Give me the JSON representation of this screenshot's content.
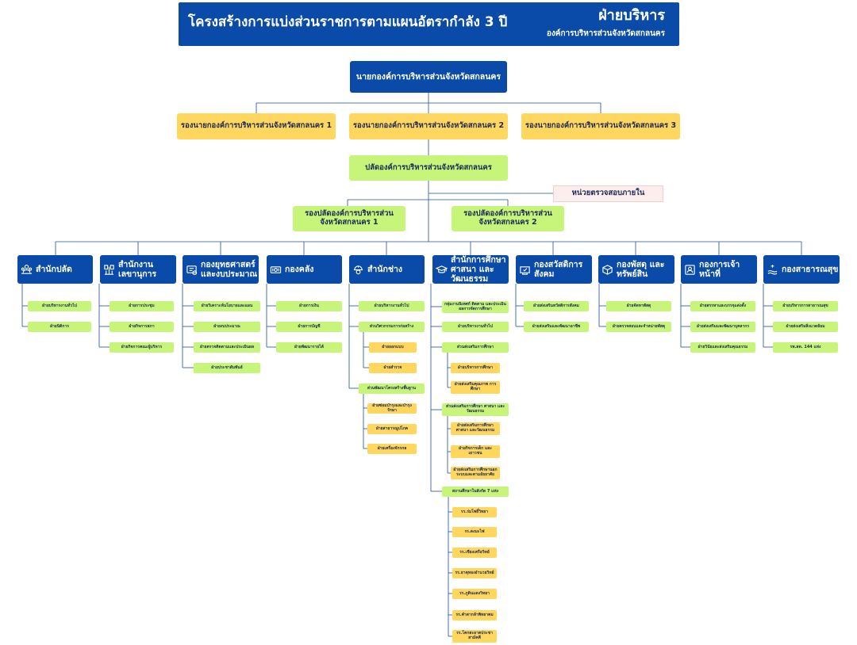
{
  "header": {
    "title": "โครงสร้างการแบ่งส่วนราชการตามแผนอัตรากำลัง 3 ปี",
    "branch": "ฝ่ายบริหาร",
    "org": "องค์การบริหารส่วนจังหวัดสกลนคร"
  },
  "top": {
    "president": "นายกองค์การบริหารส่วนจังหวัดสกลนคร",
    "vp1": "รองนายกองค์การบริหารส่วนจังหวัดสกลนคร 1",
    "vp2": "รองนายกองค์การบริหารส่วนจังหวัดสกลนคร 2",
    "vp3": "รองนายกองค์การบริหารส่วนจังหวัดสกลนคร 3",
    "clerk": "ปลัดองค์การบริหารส่วนจังหวัดสกลนคร",
    "audit": "หน่วยตรวจสอบภายใน",
    "deputy1": "รองปลัดองค์การบริหารส่วน จังหวัดสกลนคร 1",
    "deputy2": "รองปลัดองค์การบริหารส่วน จังหวัดสกลนคร 2"
  },
  "depts": [
    {
      "name": "สำนักปลัด",
      "icon": "people-icon",
      "subs": [
        "ฝ่ายบริหารงานทั่วไป",
        "ฝ่ายนิติการ"
      ]
    },
    {
      "name": "สำนักงาน เลขานุการ",
      "icon": "meeting-icon",
      "subs": [
        "ฝ่ายการประชุม",
        "ฝ่ายกิจการสภา",
        "ฝ่ายกิจการคณะผู้บริหาร"
      ]
    },
    {
      "name": "กองยุทธศาสตร์ และงบประมาณ",
      "icon": "strategy-icon",
      "subs": [
        "ฝ่ายวิเคราะห์นโยบายและแผน",
        "ฝ่ายงบประมาณ",
        "ฝ่ายตรวจติดตามและประเมินผล",
        "ฝ่ายประชาสัมพันธ์"
      ]
    },
    {
      "name": "กองคลัง",
      "icon": "money-icon",
      "subs": [
        "ฝ่ายการเงิน",
        "ฝ่ายการบัญชี",
        "ฝ่ายพัฒนารายได้"
      ]
    },
    {
      "name": "สำนักช่าง",
      "icon": "engineer-icon",
      "subs": [
        "ฝ่ายบริหารงานทั่วไป",
        "ส่วนวิศวกรรมการก่อสร้าง",
        "ส่วนพัฒนาโครงสร้างพื้นฐาน"
      ],
      "subsubs": [
        [
          "ฝ่ายออกแบบ",
          "ฝ่ายสำรวจ"
        ],
        [
          "ฝ่ายซ่อมบำรุงและบำรุงรักษา",
          "ฝ่ายสาธารณูปโภค",
          "ฝ่ายเครื่องจักรกล"
        ]
      ]
    },
    {
      "name": "สำนักการศึกษา ศาสนา และวัฒนธรรม",
      "icon": "education-icon",
      "subs": [
        "กลุ่มงานนิเทศก์ ติดตาม และประเมินผลการจัดการศึกษา",
        "ฝ่ายบริหารงานทั่วไป",
        "ส่วนส่งเสริมการศึกษา",
        "ส่วนส่งเสริมการศึกษา ศาสนา และวัฒนธรรม",
        "สถานศึกษาในสังกัด 7 แห่ง"
      ],
      "subsubs": [
        [
          "ฝ่ายบริหารการศึกษา",
          "ฝ่ายส่งเสริมคุณภาพ การศึกษา"
        ],
        [
          "ฝ่ายส่งเสริมการศึกษา ศาสนา และวัฒนธรรม",
          "ฝ่ายกิจการเด็ก และเยาวชน",
          "ฝ่ายส่งเสริมการศึกษานอก ระบบและตามอัธยาศัย"
        ],
        [
          "รร.ร่มโพธิ์วิทยา",
          "รร.ดงมะไฟ",
          "รร.เชียงเครือวิทย์",
          "รร.ธาตุทองอำนวยวิทย์",
          "รร.ภูดินแดงวิทยา",
          "รร.คำตากล้าพิทยาคม",
          "รร.โคกสะอาดประชาสามัคคี"
        ]
      ]
    },
    {
      "name": "กองสวัสดิการสังคม",
      "icon": "welfare-icon",
      "subs": [
        "ฝ่ายส่งเสริมสวัสดิการสังคม",
        "ฝ่ายส่งเสริมและพัฒนาอาชีพ"
      ]
    },
    {
      "name": "กองพัสดุ และทรัพย์สิน",
      "icon": "supply-icon",
      "subs": [
        "ฝ่ายจัดหาพัสดุ",
        "ฝ่ายตรวจสอบและจำหน่ายพัสดุ"
      ]
    },
    {
      "name": "กองการเจ้าหน้าที่",
      "icon": "staff-icon",
      "subs": [
        "ฝ่ายสรรหาและบรรจุแต่งตั้ง",
        "ฝ่ายส่งเสริมและพัฒนาบุคลากร",
        "ฝ่ายวินัยและส่งเสริมคุณธรรม"
      ]
    },
    {
      "name": "กองสาธารณสุข",
      "icon": "health-icon",
      "subs": [
        "ฝ่ายบริหารการสาธารณสุข",
        "ฝ่ายส่งเสริมสิ่งแวดล้อม",
        "รพ.สต. 144 แห่ง"
      ]
    }
  ],
  "colors": {
    "blue": "#0a4aa8",
    "yellow": "#ffd75e",
    "green": "#c6f57a",
    "pink": "#fdeeee",
    "line": "#1f4fa0"
  }
}
